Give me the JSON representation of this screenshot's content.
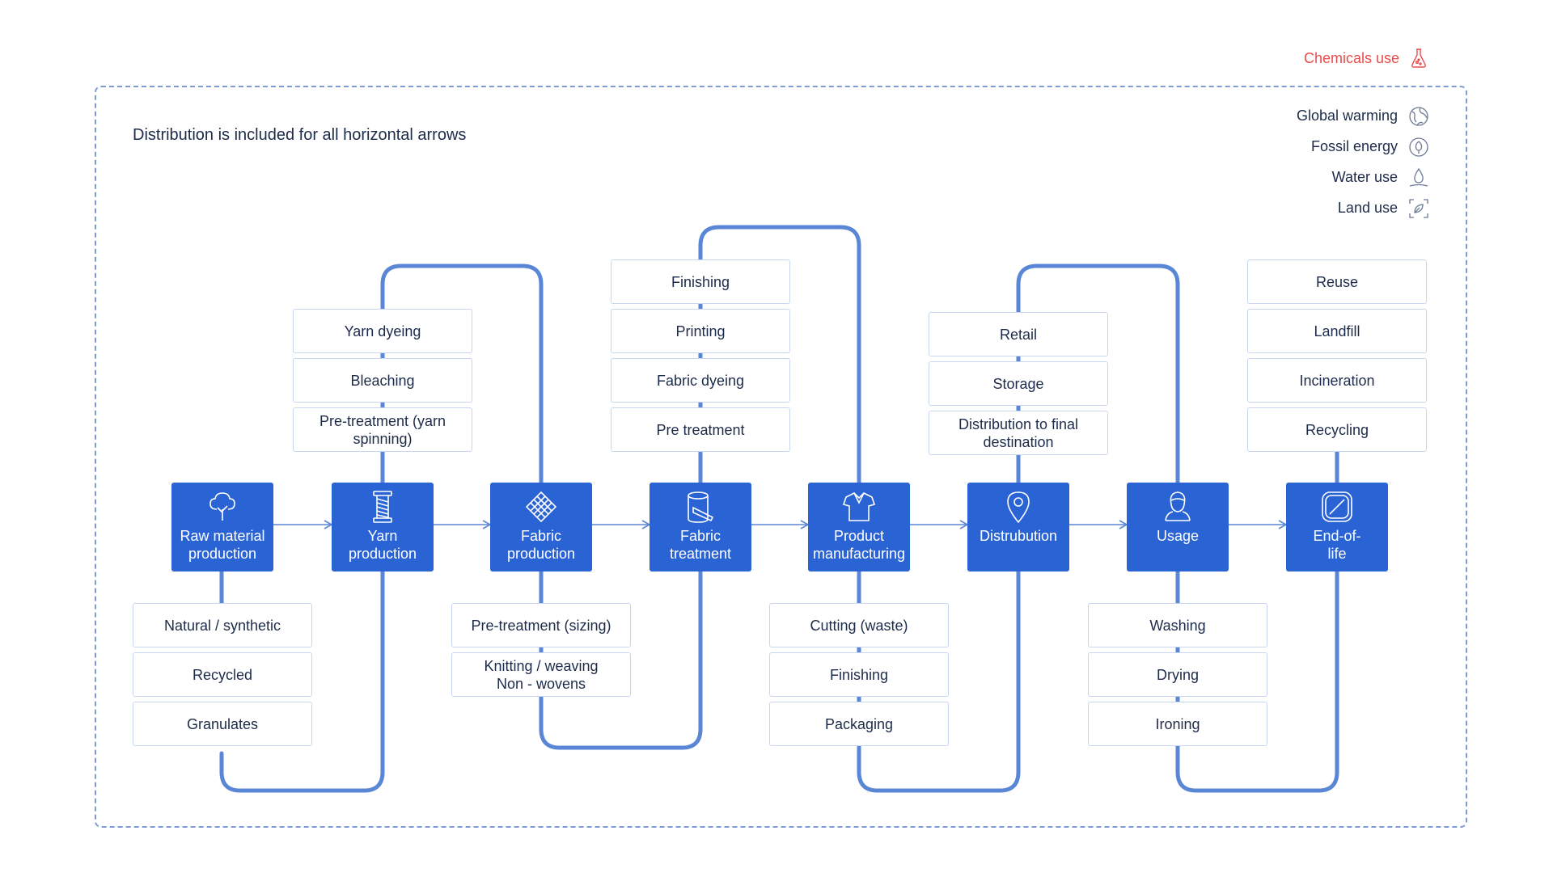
{
  "note": "Distribution is included for all horizontal arrows",
  "chemicals": {
    "label": "Chemicals use",
    "icon": "flask-icon",
    "color": "#e84c4c"
  },
  "legend": [
    {
      "label": "Global warming",
      "icon": "globe-icon"
    },
    {
      "label": "Fossil energy",
      "icon": "fossil-energy-icon"
    },
    {
      "label": "Water use",
      "icon": "water-drop-icon"
    },
    {
      "label": "Land use",
      "icon": "land-use-icon"
    }
  ],
  "colors": {
    "node": "#2a63d4",
    "connector": "#5a86d6",
    "frame": "#7f9bd6"
  },
  "stages": [
    {
      "label": "Raw material\nproduction",
      "icon": "cotton-plant-icon"
    },
    {
      "label": "Yarn\nproduction",
      "icon": "yarn-spool-icon"
    },
    {
      "label": "Fabric\nproduction",
      "icon": "knit-fabric-icon"
    },
    {
      "label": "Fabric\ntreatment",
      "icon": "dye-bucket-icon"
    },
    {
      "label": "Product\nmanufacturing",
      "icon": "shirt-icon"
    },
    {
      "label": "Distrubution",
      "icon": "location-pin-icon"
    },
    {
      "label": "Usage",
      "icon": "user-icon"
    },
    {
      "label": "End-of-\nlife",
      "icon": "disposal-icon"
    }
  ],
  "steps": {
    "raw_below": [
      "Natural / synthetic",
      "Recycled",
      "Granulates"
    ],
    "yarn_above": [
      "Yarn dyeing",
      "Bleaching",
      "Pre-treatment (yarn\nspinning)"
    ],
    "fabric_below": [
      "Pre-treatment (sizing)",
      "Knitting / weaving\nNon - wovens"
    ],
    "treatment_above": [
      "Finishing",
      "Printing",
      "Fabric dyeing",
      "Pre treatment"
    ],
    "manufacturing_below": [
      "Cutting (waste)",
      "Finishing",
      "Packaging"
    ],
    "distribution_above": [
      "Retail",
      "Storage",
      "Distribution to final\ndestination"
    ],
    "usage_below": [
      "Washing",
      "Drying",
      "Ironing"
    ],
    "eol_above": [
      "Reuse",
      "Landfill",
      "Incineration",
      "Recycling"
    ]
  }
}
